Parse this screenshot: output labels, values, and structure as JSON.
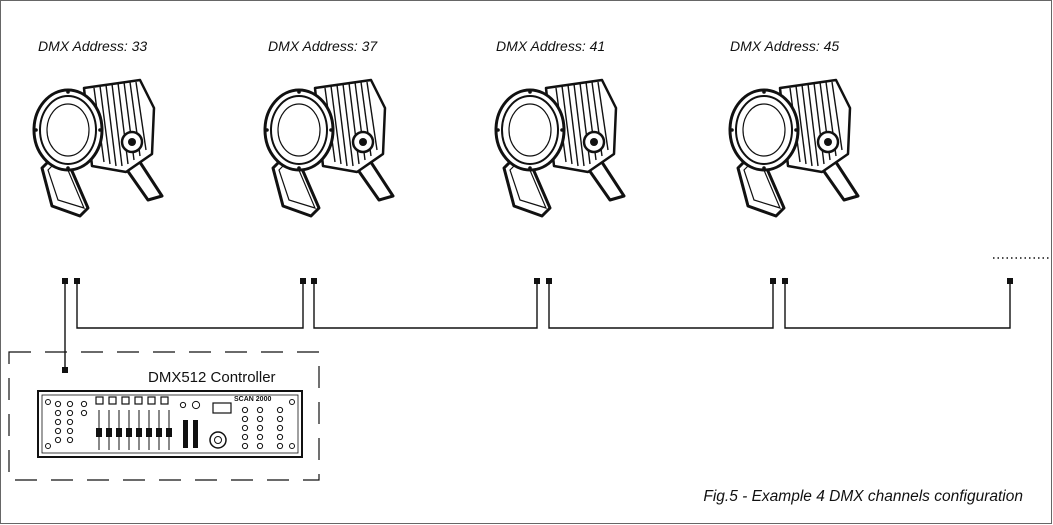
{
  "fixtures": [
    {
      "address_label": "DMX Address: 33"
    },
    {
      "address_label": "DMX Address: 37"
    },
    {
      "address_label": "DMX Address: 41"
    },
    {
      "address_label": "DMX Address: 45"
    }
  ],
  "controller": {
    "label": "DMX512 Controller",
    "brand": "SCAN 2000"
  },
  "caption": "Fig.5 - Example 4 DMX channels configuration",
  "colors": {
    "line": "#111111",
    "frame": "#666666"
  }
}
